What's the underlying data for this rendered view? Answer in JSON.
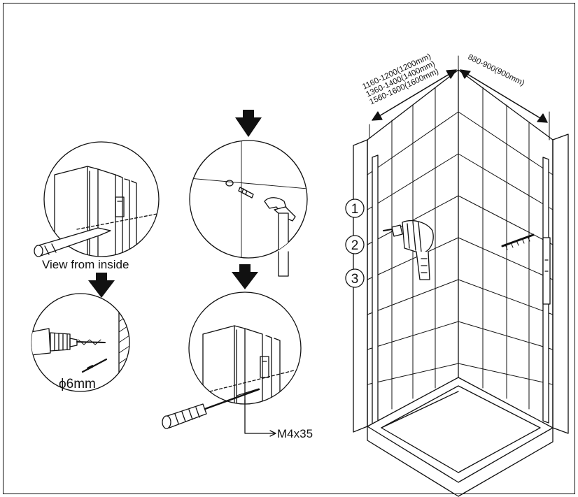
{
  "labels": {
    "view_from_inside": "View from inside",
    "drill_diameter": "ϕ6mm",
    "screw_size": "M4x35",
    "dim_long_1": "1160-1200(1200mm)",
    "dim_long_2": "1360-1400(1400mm)",
    "dim_long_3": "1560-1600(1600mm)",
    "dim_short": "880-900(900mm)",
    "step_1": "1",
    "step_2": "2",
    "step_3": "3"
  },
  "colors": {
    "line": "#111111",
    "background": "#ffffff"
  }
}
